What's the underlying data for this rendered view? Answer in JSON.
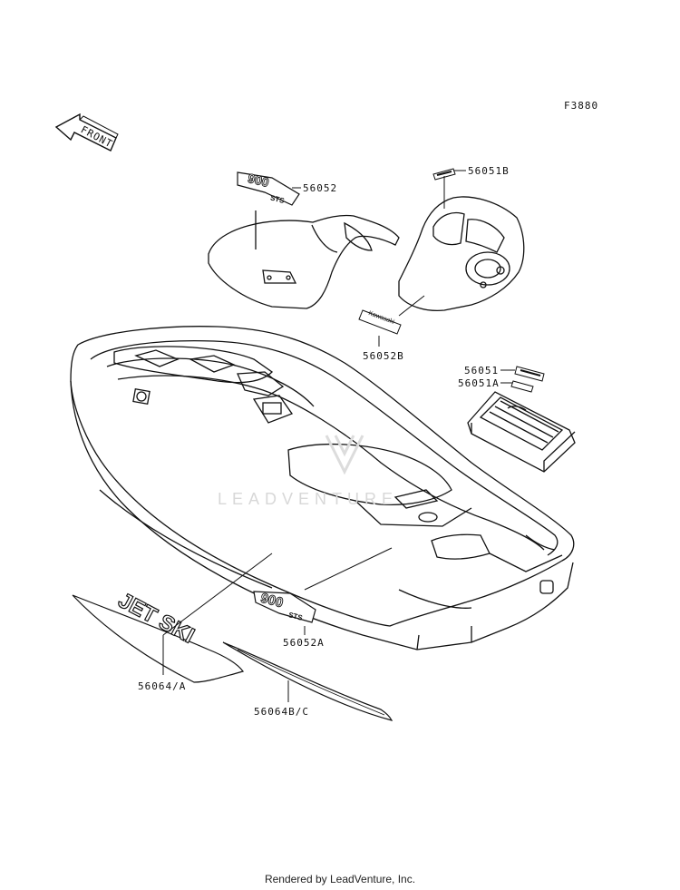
{
  "figure_code": "F3880",
  "front_label": "FRONT",
  "parts": [
    {
      "number": "56052"
    },
    {
      "number": "56051B"
    },
    {
      "number": "56052B"
    },
    {
      "number": "56051"
    },
    {
      "number": "56051A"
    },
    {
      "number": "56052A"
    },
    {
      "number": "56064/A"
    },
    {
      "number": "56064B/C"
    }
  ],
  "decals": {
    "jetski_text": "JET SKI",
    "model_text": "900",
    "model_sub": "STS",
    "brand_text": "Kawasaki"
  },
  "watermark_text": "LEADVENTURE",
  "credit": "Rendered by LeadVenture, Inc.",
  "colors": {
    "line": "#111111",
    "watermark": "#d8d8d8",
    "background": "#ffffff"
  }
}
